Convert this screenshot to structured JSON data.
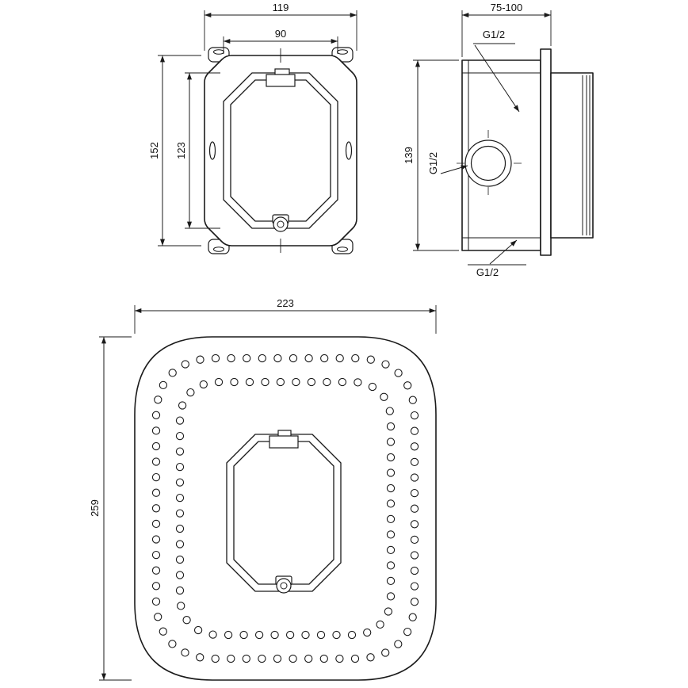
{
  "drawing": {
    "front_view": {
      "width_outer": "119",
      "width_inner": "90",
      "height_outer": "152",
      "height_inner": "123"
    },
    "side_view": {
      "depth_range": "75-100",
      "thread_top": "G1/2",
      "thread_side": "G1/2",
      "thread_bottom": "G1/2",
      "height": "139"
    },
    "plate_view": {
      "width": "223",
      "height": "259"
    },
    "colors": {
      "line": "#1a1a1a",
      "background": "#ffffff"
    }
  }
}
